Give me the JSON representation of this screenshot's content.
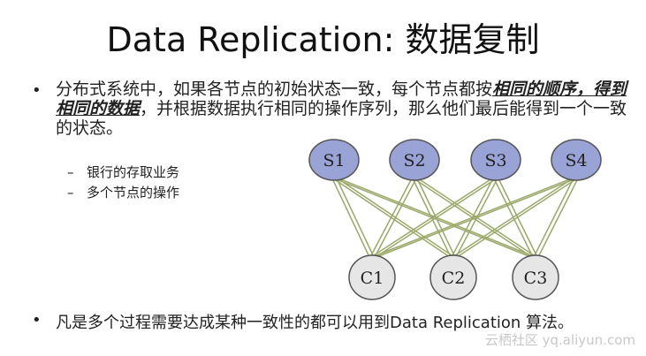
{
  "title": "Data Replication: 数据复制",
  "bullet1": {
    "text_before": "分布式系统中，如果各节点的初始状态一致，每个节点都按",
    "highlight": "相同的顺序，得到相同的数据",
    "text_after": "，并根据数据执行相同的操作序列，那么他们最后能得到一个一致的状态。"
  },
  "sub_items": [
    "银行的存取业务",
    "多个节点的操作"
  ],
  "diagram": {
    "servers": [
      "S1",
      "S2",
      "S3",
      "S4"
    ],
    "clients": [
      "C1",
      "C2",
      "C3"
    ],
    "server_color": "#9aa3d6",
    "client_color": "#e6e6e6",
    "edge_color": "#9aa86a"
  },
  "bullet2": "凡是多个过程需要达成某种一致性的都可以用到Data Replication 算法。",
  "watermark": "云栖社区 yq.aliyun.com"
}
